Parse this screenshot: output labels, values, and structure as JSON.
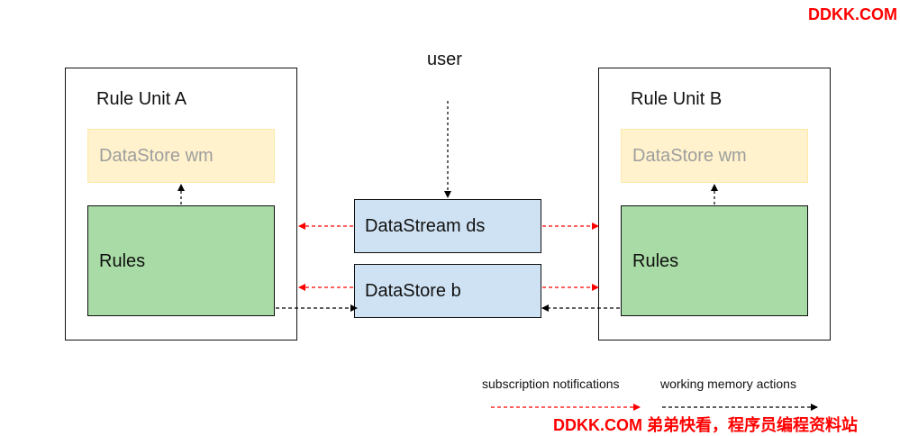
{
  "diagram": {
    "user_label": "user",
    "rule_unit_a": {
      "title": "Rule Unit A",
      "datastore_label": "DataStore wm",
      "rules_label": "Rules"
    },
    "rule_unit_b": {
      "title": "Rule Unit B",
      "datastore_label": "DataStore wm",
      "rules_label": "Rules"
    },
    "datastream_label": "DataStream ds",
    "datastore_b_label": "DataStore b",
    "legend": {
      "subscription_label": "subscription notifications",
      "working_memory_label": "working memory actions"
    },
    "colors": {
      "subscription_arrow": "#ff0000",
      "working_memory_arrow": "#000000",
      "rules_fill": "#a8dba5",
      "datastore_wm_fill": "#fff2cc",
      "shared_store_fill": "#cfe2f3"
    }
  },
  "watermark": {
    "top": "DDKK.COM",
    "bottom": "DDKK.COM 弟弟快看，程序员编程资料站"
  }
}
